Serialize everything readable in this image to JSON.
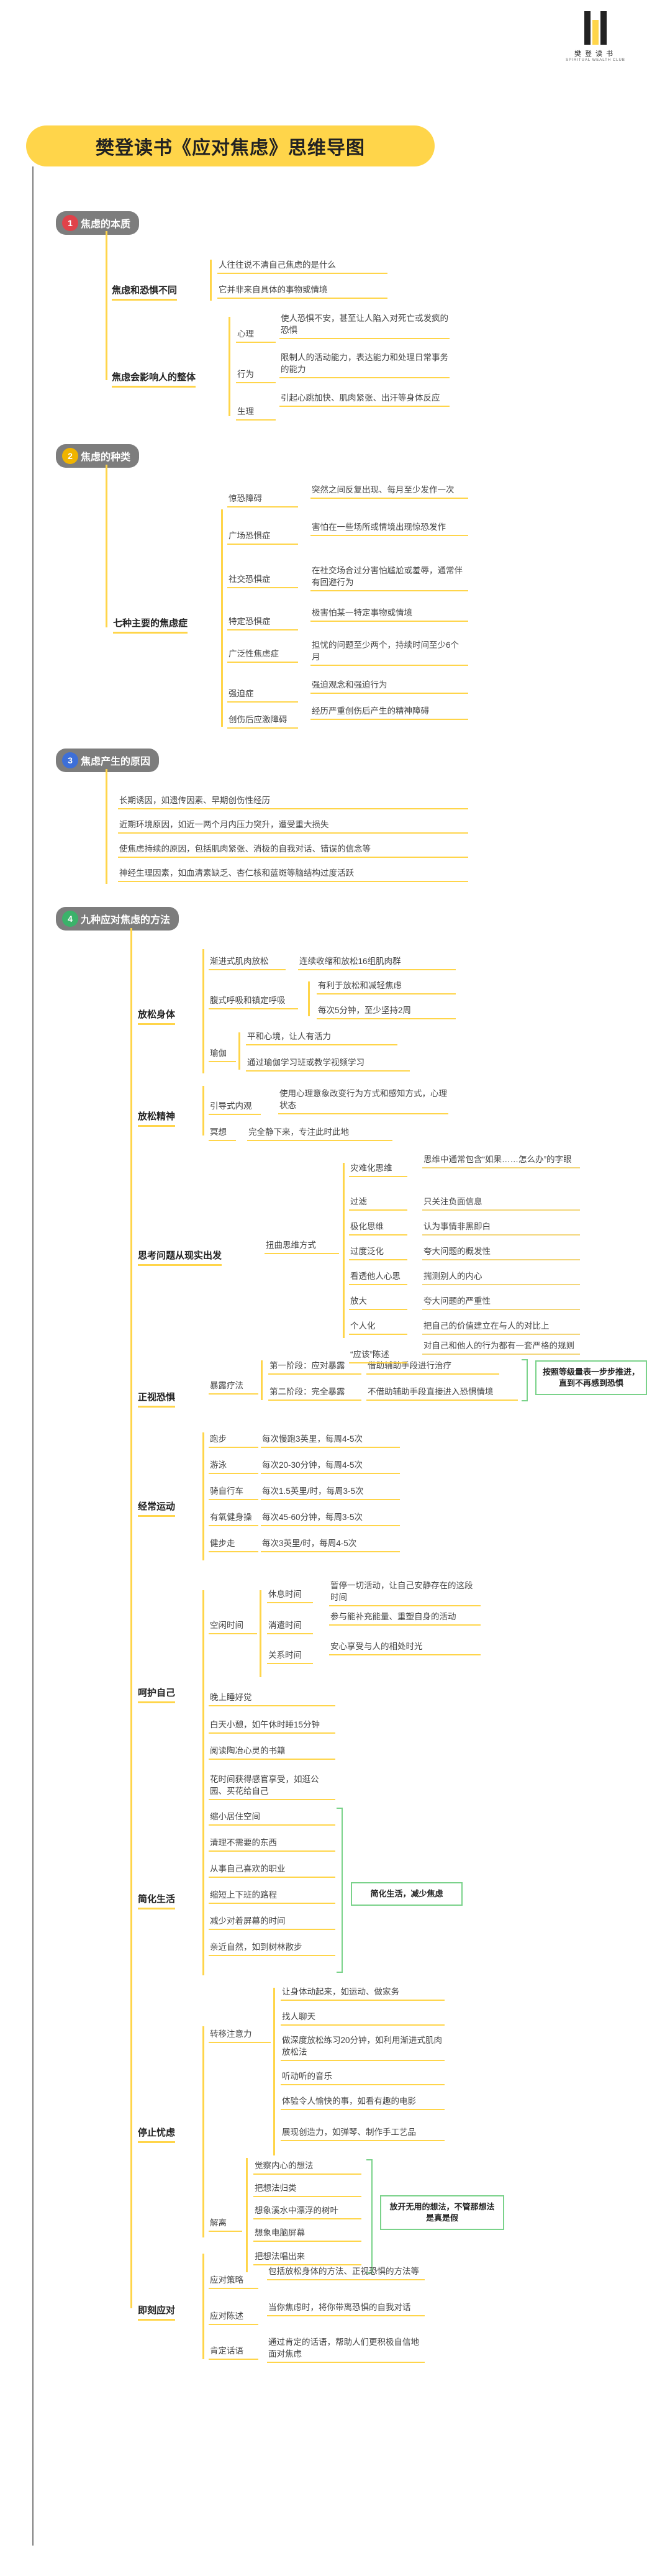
{
  "brand": {
    "name": "樊登读书",
    "sub": "SPIRITUAL WEALTH CLUB"
  },
  "title": "樊登读书《应对焦虑》思维导图",
  "colors": {
    "accent": "#ffd54a",
    "num_red": "#e0424a",
    "num_yellow": "#f0b400",
    "num_blue": "#3d6fd8",
    "num_green": "#3bb26a",
    "box": "#7ad28a"
  },
  "s1": {
    "num": "1",
    "title": "焦虑的本质",
    "n1": "焦虑和恐惧不同",
    "n1_items": [
      "人往往说不清自己焦虑的是什么",
      "它并非来自具体的事物或情境"
    ],
    "n2": "焦虑会影响人的整体",
    "n2_items": [
      {
        "k": "心理",
        "v": "使人恐惧不安，甚至让人陷入对死亡或发疯的恐惧"
      },
      {
        "k": "行为",
        "v": "限制人的活动能力，表达能力和处理日常事务的能力"
      },
      {
        "k": "生理",
        "v": "引起心跳加快、肌肉紧张、出汗等身体反应"
      }
    ]
  },
  "s2": {
    "num": "2",
    "title": "焦虑的种类",
    "n1": "七种主要的焦虑症",
    "items": [
      {
        "k": "惊恐障碍",
        "v": "突然之间反复出现、每月至少发作一次"
      },
      {
        "k": "广场恐惧症",
        "v": "害怕在一些场所或情境出现惊恐发作"
      },
      {
        "k": "社交恐惧症",
        "v": "在社交场合过分害怕尴尬或羞辱，通常伴有回避行为"
      },
      {
        "k": "特定恐惧症",
        "v": "极害怕某一特定事物或情境"
      },
      {
        "k": "广泛性焦虑症",
        "v": "担忧的问题至少两个，持续时间至少6个月"
      },
      {
        "k": "强迫症",
        "v": "强迫观念和强迫行为"
      },
      {
        "k": "创伤后应激障碍",
        "v": "经历严重创伤后产生的精神障碍"
      }
    ]
  },
  "s3": {
    "num": "3",
    "title": "焦虑产生的原因",
    "items": [
      "长期诱因，如遗传因素、早期创伤性经历",
      "近期环境原因，如近一两个月内压力突升，遭受重大损失",
      "使焦虑持续的原因，包括肌肉紧张、消极的自我对话、错误的信念等",
      "神经生理因素，如血清素缺乏、杏仁核和蓝斑等脑结构过度活跃"
    ]
  },
  "s4": {
    "num": "4",
    "title": "九种应对焦虑的方法",
    "m1": {
      "label": "放松身体",
      "a": {
        "k": "渐进式肌肉放松",
        "v": "连续收缩和放松16组肌肉群"
      },
      "b": {
        "k": "腹式呼吸和镇定呼吸",
        "v1": "有利于放松和减轻焦虑",
        "v2": "每次5分钟，至少坚持2周"
      },
      "c": {
        "k": "瑜伽",
        "v1": "平和心境，让人有活力",
        "v2": "通过瑜伽学习班或教学视频学习"
      }
    },
    "m2": {
      "label": "放松精神",
      "a": {
        "k": "引导式内观",
        "v": "使用心理意象改变行为方式和感知方式，心理状态"
      },
      "b": {
        "k": "冥想",
        "v": "完全静下来，专注此时此地"
      }
    },
    "m3": {
      "label": "思考问题从现实出发",
      "k": "扭曲思维方式",
      "items": [
        {
          "k": "灾难化思维",
          "v": "思维中通常包含“如果……怎么办”的字眼"
        },
        {
          "k": "过滤",
          "v": "只关注负面信息"
        },
        {
          "k": "极化思维",
          "v": "认为事情非黑即白"
        },
        {
          "k": "过度泛化",
          "v": "夸大问题的概发性"
        },
        {
          "k": "看透他人心思",
          "v": "揣测别人的内心"
        },
        {
          "k": "放大",
          "v": "夸大问题的严重性"
        },
        {
          "k": "个人化",
          "v": "把自己的价值建立在与人的对比上"
        },
        {
          "k": "“应该”陈述",
          "v": "对自己和他人的行为都有一套严格的规则"
        }
      ]
    },
    "m4": {
      "label": "正视恐惧",
      "k": "暴露疗法",
      "p1": {
        "k": "第一阶段：应对暴露",
        "v": "借助辅助手段进行治疗"
      },
      "p2": {
        "k": "第二阶段：完全暴露",
        "v": "不借助辅助手段直接进入恐惧情境"
      },
      "note": "按照等级量表一步步推进，直到不再感到恐惧"
    },
    "m5": {
      "label": "经常运动",
      "items": [
        {
          "k": "跑步",
          "v": "每次慢跑3英里，每周4-5次"
        },
        {
          "k": "游泳",
          "v": "每次20-30分钟，每周4-5次"
        },
        {
          "k": "骑自行车",
          "v": "每次1.5英里/时，每周3-5次"
        },
        {
          "k": "有氧健身操",
          "v": "每次45-60分钟，每周3-5次"
        },
        {
          "k": "健步走",
          "v": "每次3英里/时，每周4-5次"
        }
      ]
    },
    "m6": {
      "label": "呵护自己",
      "k": "空闲时间",
      "sub": [
        {
          "k": "休息时间",
          "v": "暂停一切活动，让自己安静存在的这段时间"
        },
        {
          "k": "消遣时间",
          "v": "参与能补充能量、重塑自身的活动"
        },
        {
          "k": "关系时间",
          "v": "安心享受与人的相处时光"
        }
      ],
      "items": [
        "晚上睡好觉",
        "白天小憩，如午休时睡15分钟",
        "阅读陶冶心灵的书籍",
        "花时间获得感官享受，如逛公园、买花给自己"
      ]
    },
    "m7": {
      "label": "简化生活",
      "items": [
        "缩小居住空间",
        "清理不需要的东西",
        "从事自己喜欢的职业",
        "缩短上下班的路程",
        "减少对着屏幕的时间",
        "亲近自然，如到树林散步"
      ],
      "note": "简化生活，减少焦虑"
    },
    "m8": {
      "label": "停止忧虑",
      "a": {
        "k": "转移注意力",
        "items": [
          "让身体动起来，如运动、做家务",
          "找人聊天",
          "做深度放松练习20分钟，如利用渐进式肌肉放松法",
          "听动听的音乐",
          "体验令人愉快的事，如看有趣的电影",
          "展现创造力，如弹琴、制作手工艺品"
        ]
      },
      "b": {
        "k": "解离",
        "items": [
          "觉察内心的想法",
          "把想法归类",
          "想象溪水中漂浮的树叶",
          "想象电脑屏幕",
          "把想法唱出来"
        ]
      },
      "note": "放开无用的想法，不管那想法是真是假"
    },
    "m9": {
      "label": "即刻应对",
      "items": [
        {
          "k": "应对策略",
          "v": "包括放松身体的方法、正视恐惧的方法等"
        },
        {
          "k": "应对陈述",
          "v": "当你焦虑时，将你带离恐惧的自我对话"
        },
        {
          "k": "肯定话语",
          "v": "通过肯定的话语，帮助人们更积极自信地面对焦虑"
        }
      ]
    }
  }
}
